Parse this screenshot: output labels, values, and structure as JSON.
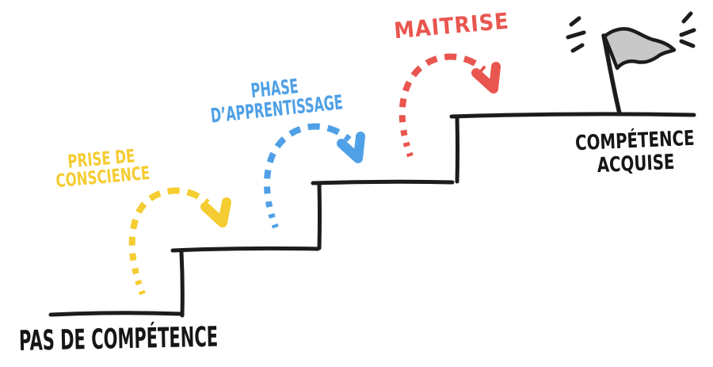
{
  "colors": {
    "background": "#ffffff",
    "ink": "#1c1c1c",
    "flag_fill": "#c8c8c8"
  },
  "labels": {
    "no_competence": {
      "line1": "PAS DE COMPÉTENCE",
      "color": "#161616"
    },
    "awareness": {
      "line1": "PRISE DE",
      "line2": "CONSCIENCE",
      "color": "#f5cc31"
    },
    "learning": {
      "line1": "PHASE",
      "line2": "D’APPRENTISSAGE",
      "color": "#4fa0e6"
    },
    "mastery": {
      "line1": "MAITRISE",
      "color": "#e9564f"
    },
    "acquired": {
      "line1": "COMPÉTENCE",
      "line2": "ACQUISE",
      "color": "#161616"
    }
  },
  "icons": {
    "flag": "flag-icon",
    "emphasis": "sparkle-dashes-icon",
    "arrows": "dashed-arc-arrow-icon"
  }
}
